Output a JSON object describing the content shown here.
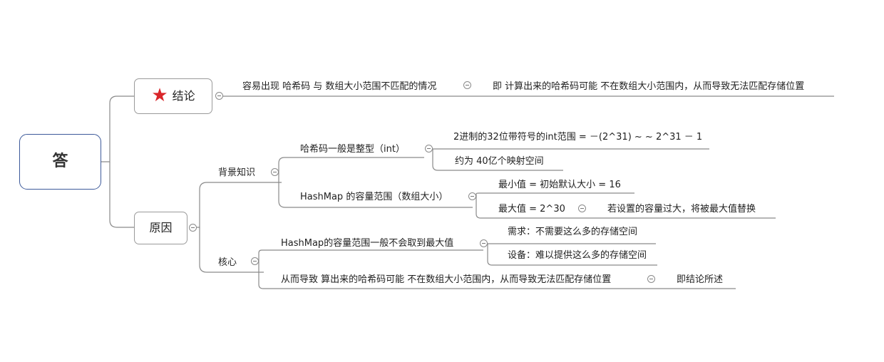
{
  "root": {
    "label": "答"
  },
  "conclusion": {
    "label": "结论",
    "statement": "容易出现 哈希码 与 数组大小范围不匹配的情况",
    "detail": "即 计算出来的哈希码可能 不在数组大小范围内，从而导致无法匹配存储位置"
  },
  "reason": {
    "label": "原因",
    "background": {
      "label": "背景知识",
      "hashcode": {
        "label": "哈希码一般是整型（int）",
        "range": "2进制的32位带符号的int范围 = －(2^31) ~ ~ 2^31 － 1",
        "space": "约为 40亿个映射空间"
      },
      "hashmap": {
        "label": "HashMap 的容量范围（数组大小）",
        "min": "最小值 = 初始默认大小 = 16",
        "max": "最大值  = 2^30",
        "max_note": "若设置的容量过大，将被最大值替换"
      }
    },
    "core": {
      "label": "核心",
      "point1": {
        "label": "HashMap的容量范围一般不会取到最大值",
        "demand": "需求：不需要这么多的存储空间",
        "device": "设备：难以提供这么多的存储空间"
      },
      "point2": {
        "label": "从而导致  算出来的哈希码可能 不在数组大小范围内，从而导致无法匹配存储位置",
        "note": "即结论所述"
      }
    }
  }
}
